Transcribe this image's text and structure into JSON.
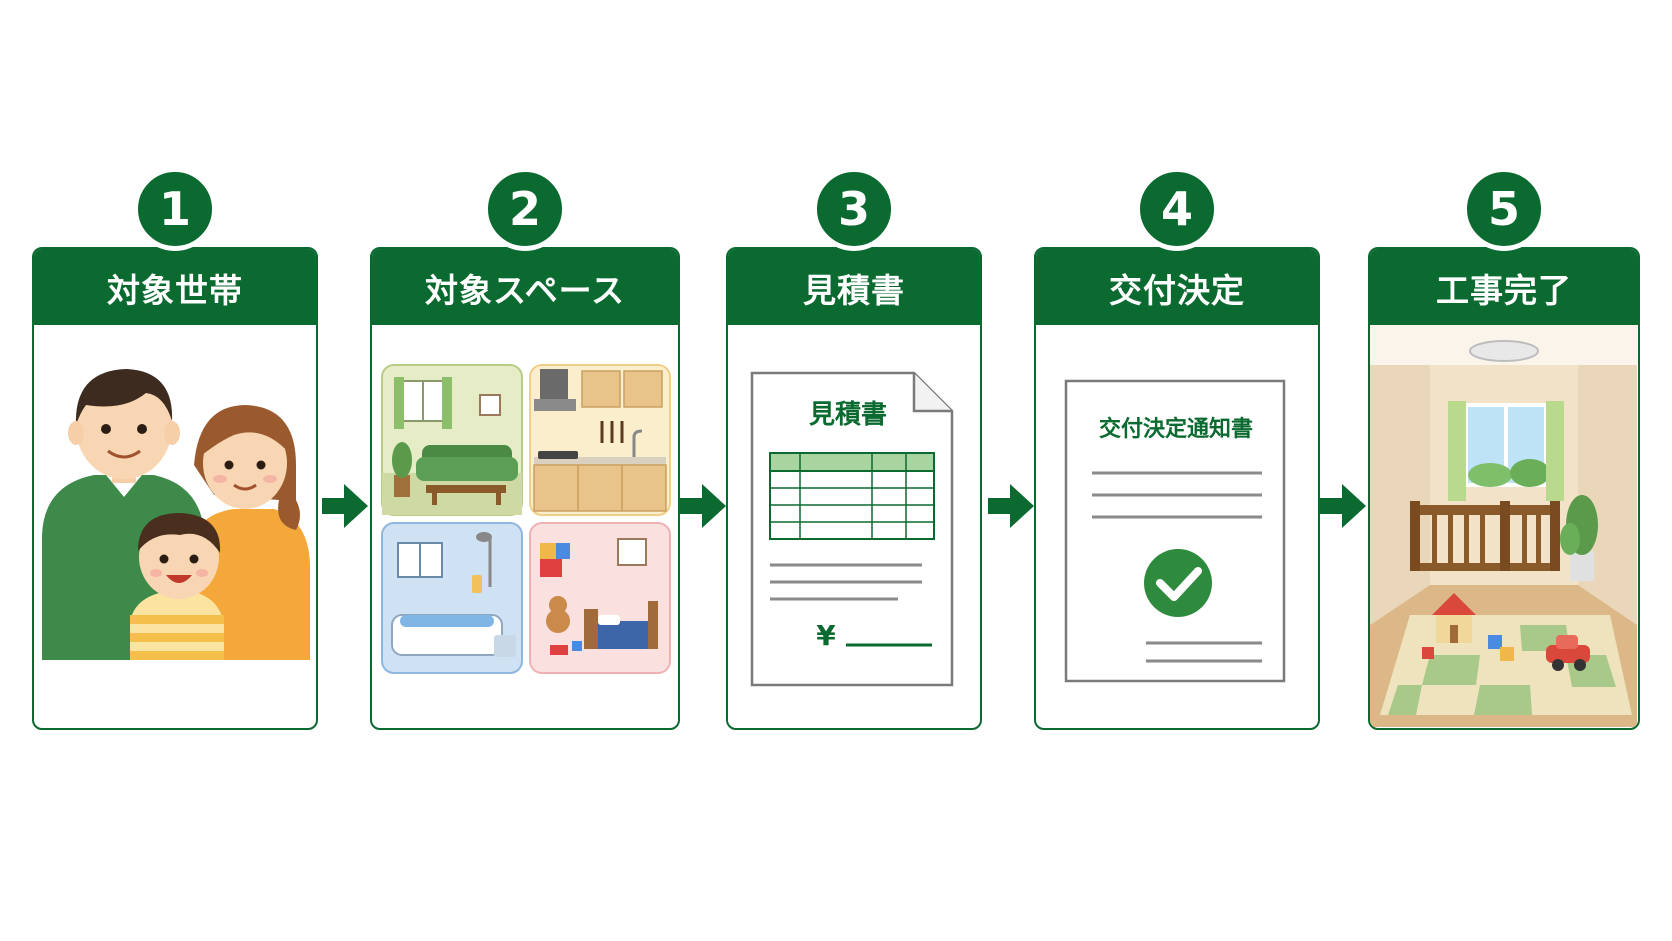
{
  "steps": [
    {
      "number": "1",
      "title": "対象世帯"
    },
    {
      "number": "2",
      "title": "対象スペース"
    },
    {
      "number": "3",
      "title": "見積書",
      "document_title": "見積書",
      "currency_symbol": "¥"
    },
    {
      "number": "4",
      "title": "交付決定",
      "document_title": "交付決定通知書"
    },
    {
      "number": "5",
      "title": "工事完了"
    }
  ],
  "colors": {
    "primary_green": "#0a6a2f",
    "check_green": "#2e8b3e",
    "table_header_green": "#a8d4a0"
  },
  "icons": {
    "step1": "family-illustration",
    "step2": "rooms-illustration",
    "step3": "estimate-document-icon",
    "step4": "approval-notice-document-icon",
    "step5": "completed-kids-room-illustration",
    "connector": "arrow-right-icon"
  }
}
